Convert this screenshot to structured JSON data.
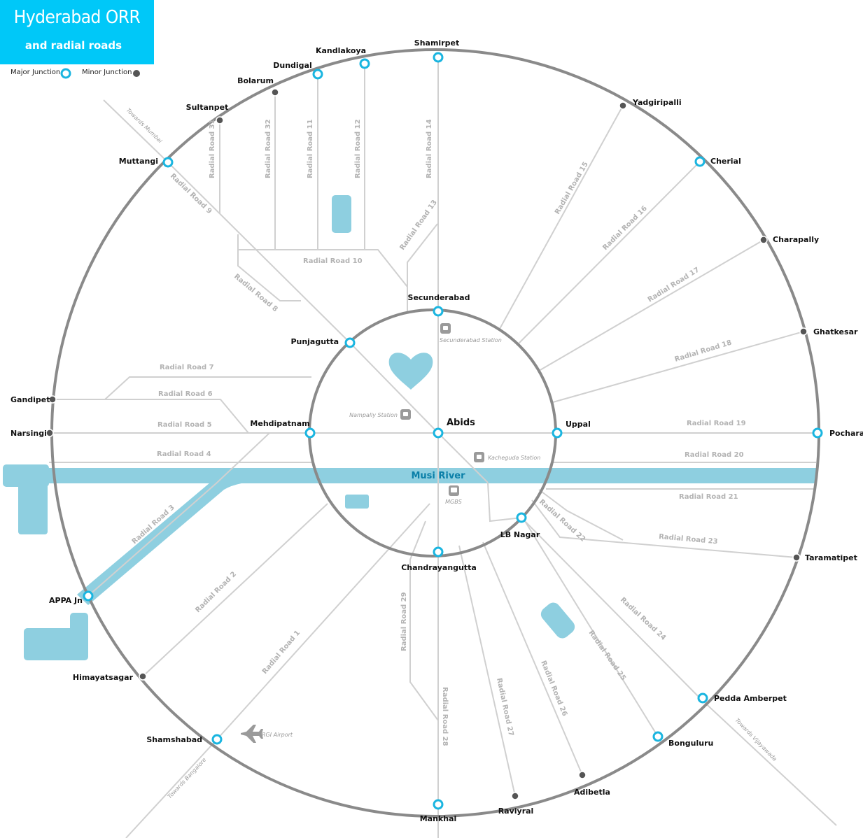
{
  "title": {
    "main": "Hyderabad ORR",
    "sub": "and radial roads"
  },
  "legend": {
    "major": "Major Junction",
    "minor": "Minor Junction"
  },
  "colors": {
    "accent": "#00c8f8",
    "water": "#8ecfe0",
    "ring": "#8a8a8a",
    "road": "#d0d0d0",
    "minor_dot": "#555555"
  },
  "outer_junctions": {
    "shamirpet": "Shamirpet",
    "kandlakoya": "Kandlakoya",
    "dundigal": "Dundigal",
    "bolarum": "Bolarum",
    "sultanpet": "Sultanpet",
    "muttangi": "Muttangi",
    "yadgiripalli": "Yadgiripalli",
    "cherial": "Cherial",
    "charapally": "Charapally",
    "ghatkesar": "Ghatkesar",
    "gandipet": "Gandipet",
    "narsingi": "Narsingi",
    "pocharam": "Pocharam",
    "taramatipet": "Taramatipet",
    "appa": "APPA Jn",
    "himayatsagar": "Himayatsagar",
    "pedda": "Pedda Amberpet",
    "shamshabad": "Shamshabad",
    "bonguluru": "Bonguluru",
    "adibetla": "Adibetla",
    "raviyral": "Raviyral",
    "mankhal": "Mankhal"
  },
  "inner_junctions": {
    "secunderabad": "Secunderabad",
    "punjagutta": "Punjagutta",
    "mehdipatnam": "Mehdipatnam",
    "abids": "Abids",
    "uppal": "Uppal",
    "lbnagar": "LB Nagar",
    "chandrayangutta": "Chandrayangutta"
  },
  "stations": {
    "secunderabad": "Secunderabad Station",
    "nampally": "Nampally Station",
    "kacheguda": "Kacheguda Station",
    "mgbs": "MGBS",
    "airport": "RGI Airport"
  },
  "directions": {
    "mumbai": "Towards Mumbai",
    "bangalore": "Towards Bangalore",
    "vijayawada": "Towards Vijayawada"
  },
  "river": "Musi River",
  "roads": {
    "r1": "Radial Road 1",
    "r2": "Radial Road 2",
    "r3": "Radial Road 3",
    "r4": "Radial Road 4",
    "r5": "Radial Road 5",
    "r6": "Radial Road 6",
    "r7": "Radial Road 7",
    "r8": "Radial Road 8",
    "r9": "Radial Road 9",
    "r10": "Radial Road 10",
    "r11": "Radial Road 11",
    "r12": "Radial Road 12",
    "r13": "Radial Road 13",
    "r14": "Radial Road 14",
    "r15": "Radial Road 15",
    "r16": "Radial Road 16",
    "r17": "Radial Road 17",
    "r18": "Radial Road 18",
    "r19": "Radial Road 19",
    "r20": "Radial Road 20",
    "r21": "Radial Road 21",
    "r22": "Radial Road 22",
    "r23": "Radial Road 23",
    "r24": "Radial Road 24",
    "r25": "Radial Road 25",
    "r26": "Radial Road 26",
    "r27": "Radial Road 27",
    "r28": "Radial Road 28",
    "r29": "Radial Road 29",
    "r31": "Radial Road 31",
    "r32": "Radial Road 32"
  }
}
